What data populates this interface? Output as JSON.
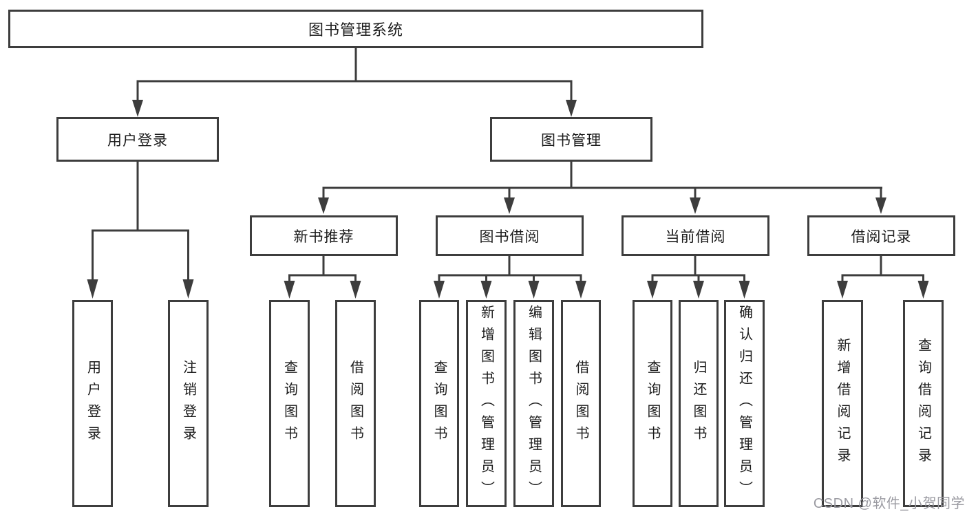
{
  "diagram": {
    "title": "图书管理系统",
    "line_color": "#3d3d3d",
    "box_border_color": "#3d3d3d",
    "text_color": "#1c1c1c",
    "background_color": "#ffffff"
  },
  "tree": {
    "label": "图书管理系统",
    "children": [
      {
        "label": "用户登录",
        "children": [
          {
            "label": "用户登录"
          },
          {
            "label": "注销登录"
          }
        ]
      },
      {
        "label": "图书管理",
        "children": [
          {
            "label": "新书推荐",
            "children": [
              {
                "label": "查询图书"
              },
              {
                "label": "借阅图书"
              }
            ]
          },
          {
            "label": "图书借阅",
            "children": [
              {
                "label": "查询图书"
              },
              {
                "label": "新增图书（管理员）"
              },
              {
                "label": "编辑图书（管理员）"
              },
              {
                "label": "借阅图书"
              }
            ]
          },
          {
            "label": "当前借阅",
            "children": [
              {
                "label": "查询图书"
              },
              {
                "label": "归还图书"
              },
              {
                "label": "确认归还（管理员）"
              }
            ]
          },
          {
            "label": "借阅记录",
            "children": [
              {
                "label": "新增借阅记录"
              },
              {
                "label": "查询借阅记录"
              }
            ]
          }
        ]
      }
    ]
  },
  "watermark": {
    "text": "CSDN @软件_小贺同学",
    "color": "#9b9ba2"
  }
}
